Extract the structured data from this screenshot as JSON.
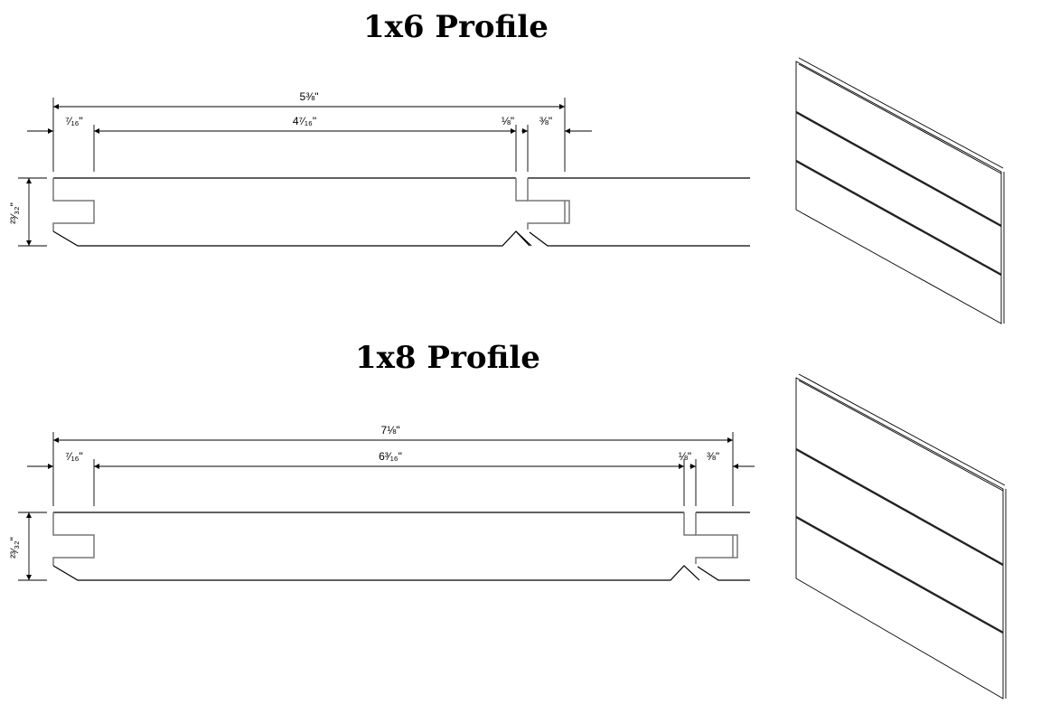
{
  "profiles": [
    {
      "title": "1x6 Profile",
      "overall": "5⅜\"",
      "groove": "⁷⁄₁₆\"",
      "face": "4⁷⁄₁₆\"",
      "gap": "⅛\"",
      "tongue": "⅜\"",
      "thickness": "²³⁄₃₂\""
    },
    {
      "title": "1x8 Profile",
      "overall": "7⅛\"",
      "groove": "⁷⁄₁₆\"",
      "face": "6³⁄₁₆\"",
      "gap": "⅛\"",
      "tongue": "⅜\"",
      "thickness": "²³⁄₃₂\""
    }
  ]
}
